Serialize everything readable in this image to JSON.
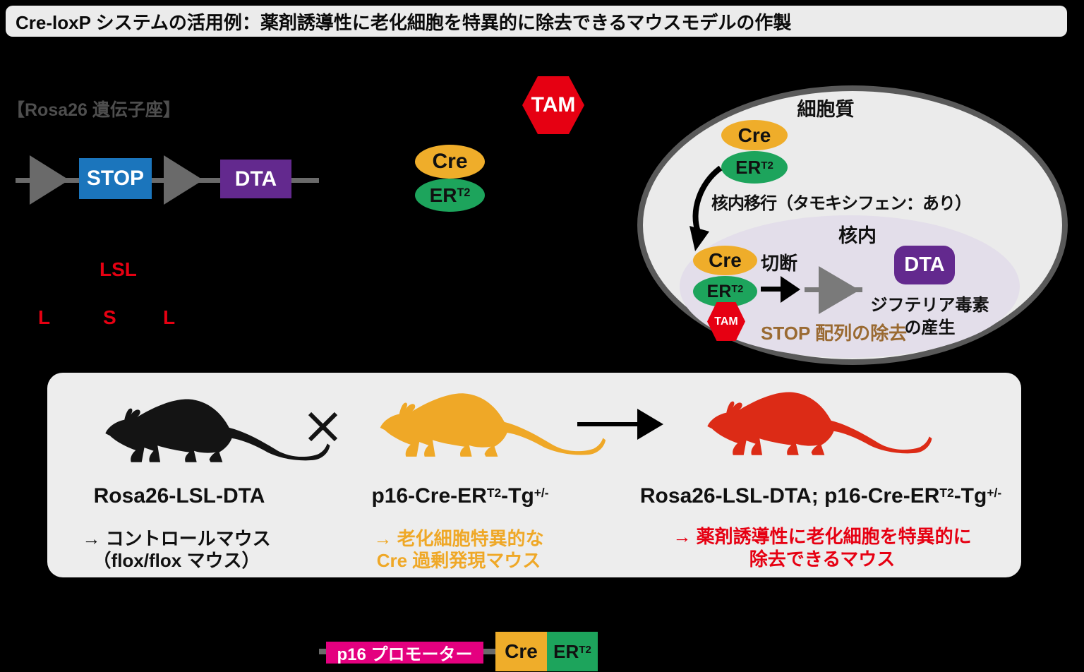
{
  "title": "Cre-loxP システムの活用例：薬剤誘導性に老化細胞を特異的に除去できるマウスモデルの作製",
  "colors": {
    "background": "#000000",
    "title_bg": "#EBEBEB",
    "accent_red": "#E60012",
    "stop_blue": "#1B75BC",
    "dta_purple": "#63298E",
    "cre_yellow": "#EFAD2A",
    "er_green": "#1DA45C",
    "promoter_magenta": "#E4007F",
    "mouse_black": "#141414",
    "mouse_orange": "#EFA827",
    "mouse_red": "#DC2B16",
    "cell_fill": "#EBEBEB",
    "cell_border": "#595959",
    "nucleus_fill": "#E3DEEA",
    "stop_removal_brown": "#9A6A32",
    "construct_gray": "#6A6A6A",
    "panel_bg": "#EDEDED"
  },
  "rosa26": {
    "heading": "【Rosa26 遺伝子座】",
    "stop_label": "STOP",
    "dta_label": "DTA",
    "lsl": "LSL",
    "loxp_letter_1": "L",
    "stop_letter": "S",
    "loxp_letter_2": "L"
  },
  "tam": {
    "label": "TAM"
  },
  "cre_er_complex": {
    "cre": "Cre",
    "er": "ER",
    "er_sup": "T2"
  },
  "cell": {
    "cytoplasm_label": "細胞質",
    "cre": "Cre",
    "er": "ER",
    "er_sup": "T2",
    "translocation": "核内移行（タモキシフェン：あり）",
    "nucleus_label": "核内",
    "nucleus_cre": "Cre",
    "cut_label": "切断",
    "nucleus_er": "ER",
    "nucleus_er_sup": "T2",
    "tam": "TAM",
    "dta": "DTA",
    "toxin_line1": "ジフテリア毒素",
    "toxin_line2": "の産生",
    "stop_removal": "STOP 配列の除去"
  },
  "breeding": {
    "cross_symbol": "×",
    "left": {
      "name": "Rosa26-LSL-DTA",
      "desc_line1": "→ コントロールマウス",
      "desc_line2": "（flox/flox マウス）"
    },
    "middle": {
      "name_base": "p16-Cre-ER",
      "name_sup1": "T2",
      "name_mid": "-Tg",
      "name_sup2": "+/-",
      "desc_line1": "→ 老化細胞特異的な",
      "desc_line2": "Cre 過剰発現マウス"
    },
    "right": {
      "name_base": "Rosa26-LSL-DTA; p16-Cre-ER",
      "name_sup1": "T2",
      "name_mid": "-Tg",
      "name_sup2": "+/-",
      "desc_line1": "→ 薬剤誘導性に老化細胞を特異的に",
      "desc_line2": "除去できるマウス"
    }
  },
  "construct": {
    "promoter": "p16 プロモーター",
    "cre": "Cre",
    "er": "ER",
    "er_sup": "T2"
  }
}
